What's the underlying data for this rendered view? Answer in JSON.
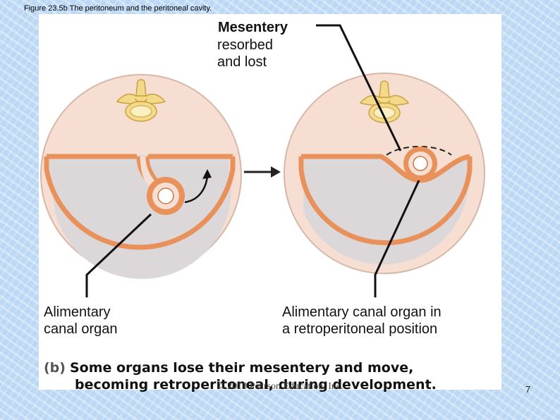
{
  "figure_title": "Figure 23.5b  The peritoneum and the peritoneal cavity.",
  "labels": {
    "mesentery_title": "Mesentery",
    "mesentery_line2": "resorbed",
    "mesentery_line3": "and lost",
    "left_line1": "Alimentary",
    "left_line2": "canal organ",
    "right_line1": "Alimentary canal organ in",
    "right_line2": "a retroperitoneal position"
  },
  "caption": {
    "tag": "(b)",
    "line1": "Some organs lose their mesentery and move,",
    "line2": "becoming retroperitoneal, during development."
  },
  "copyright": "© 2013 Pearson Education, Inc.",
  "page_number": "7",
  "colors": {
    "circle_fill": "#f6dfd2",
    "membrane": "#e8915a",
    "cavity": "#dcd8d9",
    "vertebra": "#f3d98a",
    "vertebra_outline": "#c9a23e"
  }
}
